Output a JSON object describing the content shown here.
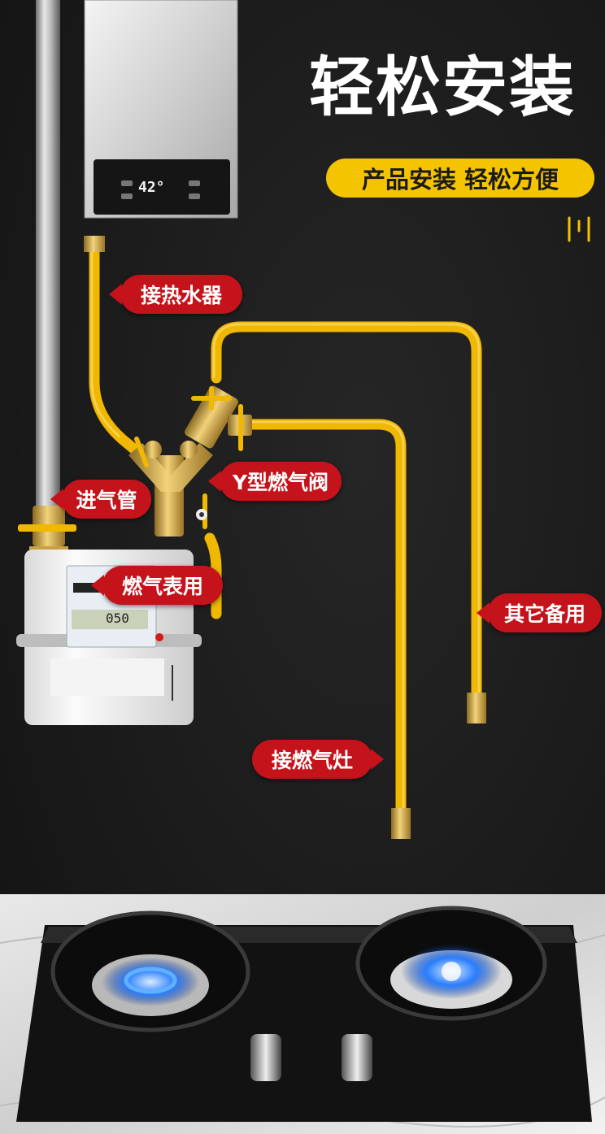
{
  "title": "轻松安装",
  "subtitle": "产品安装 轻松方便",
  "labels": {
    "heater": "接热水器",
    "y_valve": "Y型燃气阀",
    "inlet": "进气管",
    "meter": "燃气表用",
    "spare": "其它备用",
    "stove": "接燃气灶"
  },
  "heater_temp": "42°",
  "meter_reading": "050",
  "colors": {
    "background": "#1a1a1a",
    "hose_yellow": "#f0b800",
    "pill_yellow": "#f5c400",
    "callout_red": "#c4131a",
    "brass": "#c9a043"
  }
}
